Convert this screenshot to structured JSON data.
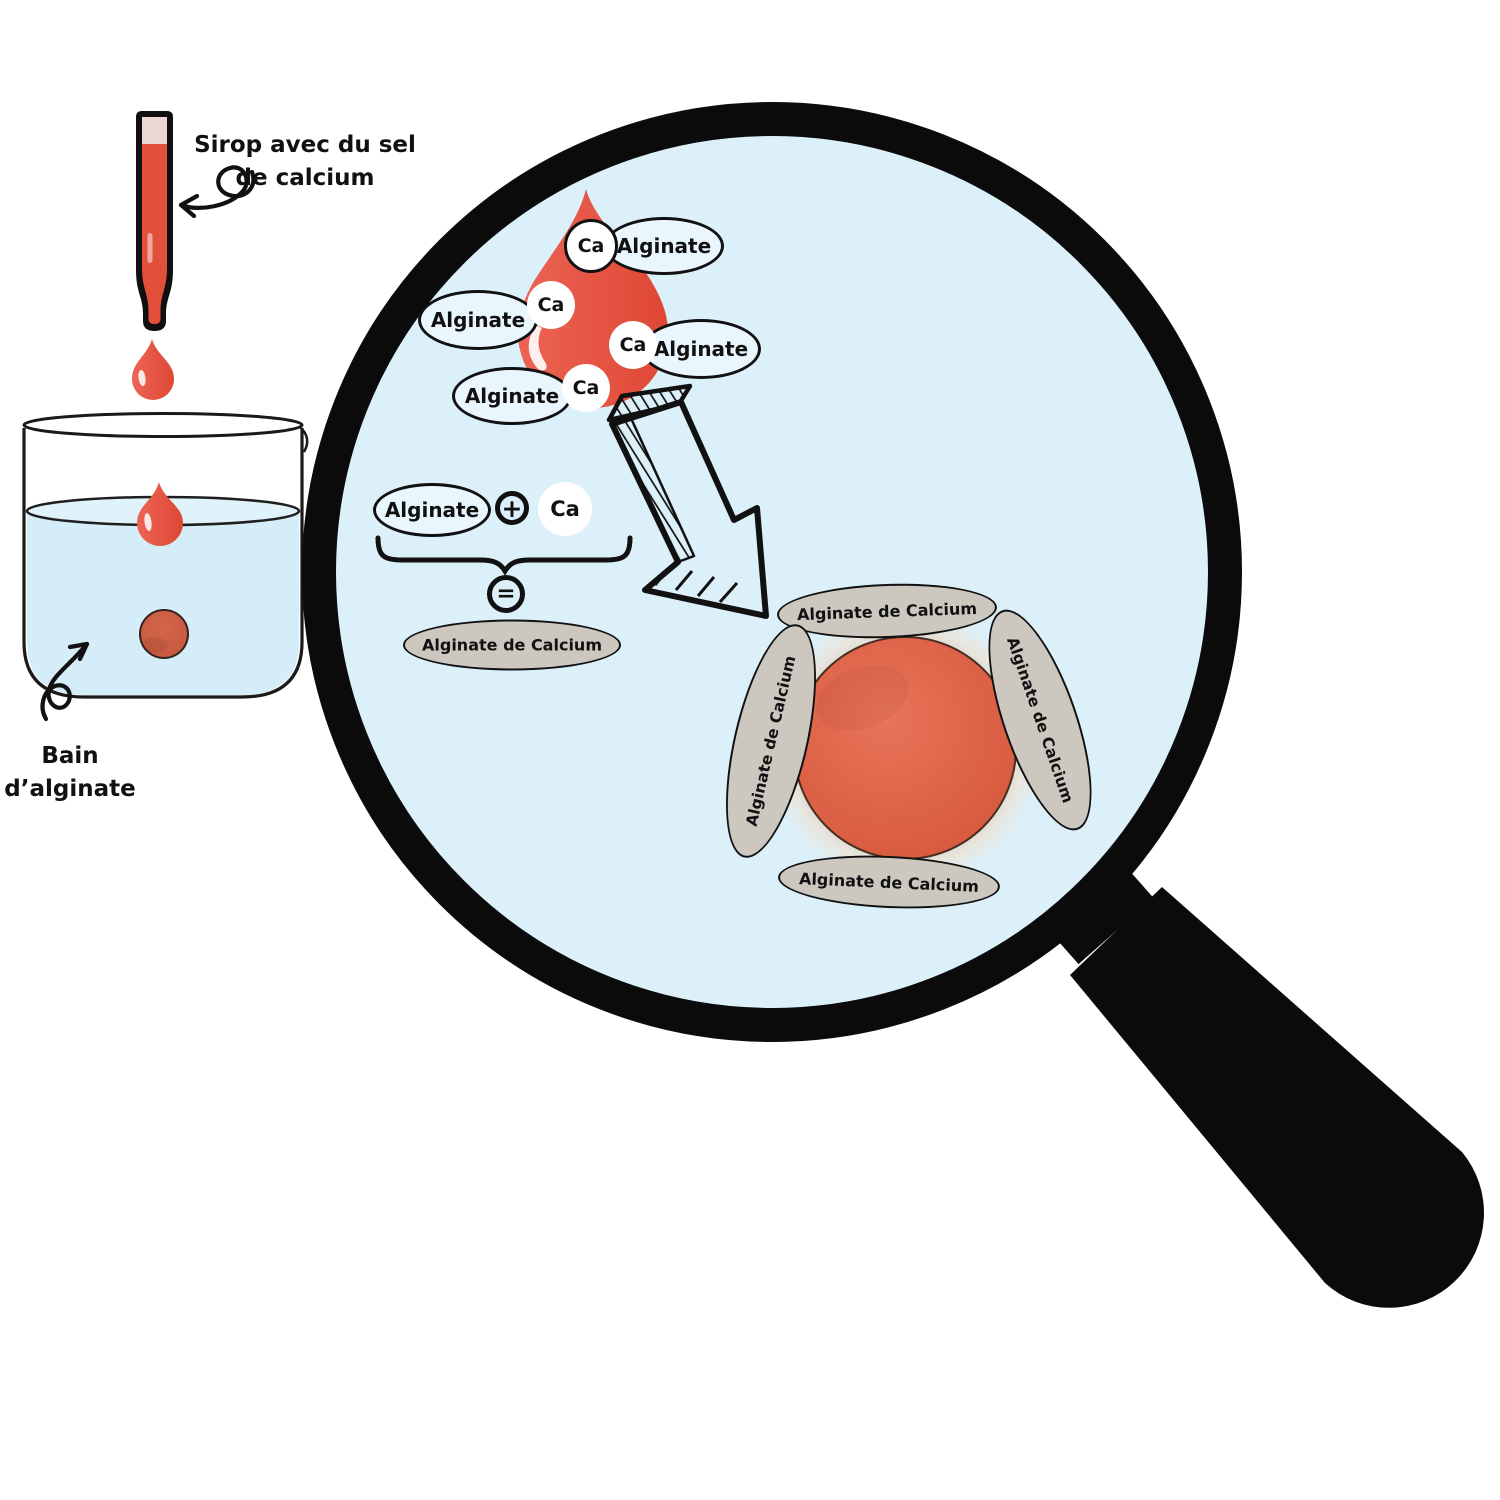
{
  "title": "Spherification diagram (alginate bath)",
  "left_panel": {
    "dropper_label": {
      "line1": "Sirop avec du sel",
      "line2": "de calcium"
    },
    "bath_label": {
      "line1": "Bain",
      "line2": "d’alginate"
    }
  },
  "lens": {
    "molecule_pairs": [
      {
        "ca": "Ca",
        "alginate": "Alginate"
      },
      {
        "ca": "Ca",
        "alginate": "Alginate"
      },
      {
        "ca": "Ca",
        "alginate": "Alginate"
      },
      {
        "ca": "Ca",
        "alginate": "Alginate"
      }
    ],
    "equation": {
      "reactant1": "Alginate",
      "operator_plus": "+",
      "reactant2": "Ca",
      "operator_equals": "=",
      "product": "Alginate de Calcium"
    },
    "bead_labels": {
      "top": "Alginate de Calcium",
      "left": "Alginate de Calcium",
      "right": "Alginate de Calcium",
      "bottom": "Alginate de Calcium"
    }
  },
  "icons": {
    "magnifier": "magnifying-glass",
    "dropper": "pipette-icon",
    "beaker": "beaker-icon",
    "arrow_sketch": "hand-drawn-arrow",
    "arrow_curly_dropper": "curly-arrow",
    "arrow_curly_beaker": "curly-arrow"
  },
  "colors": {
    "lens_fill": "#DCF0FA",
    "ring_black": "#0B0B0B",
    "water_blue": "#D5EDF8",
    "drop_red": "#E5513F",
    "bead_red": "#DE6449",
    "gray_oval": "#CCC8C0",
    "outline": "#111111"
  }
}
